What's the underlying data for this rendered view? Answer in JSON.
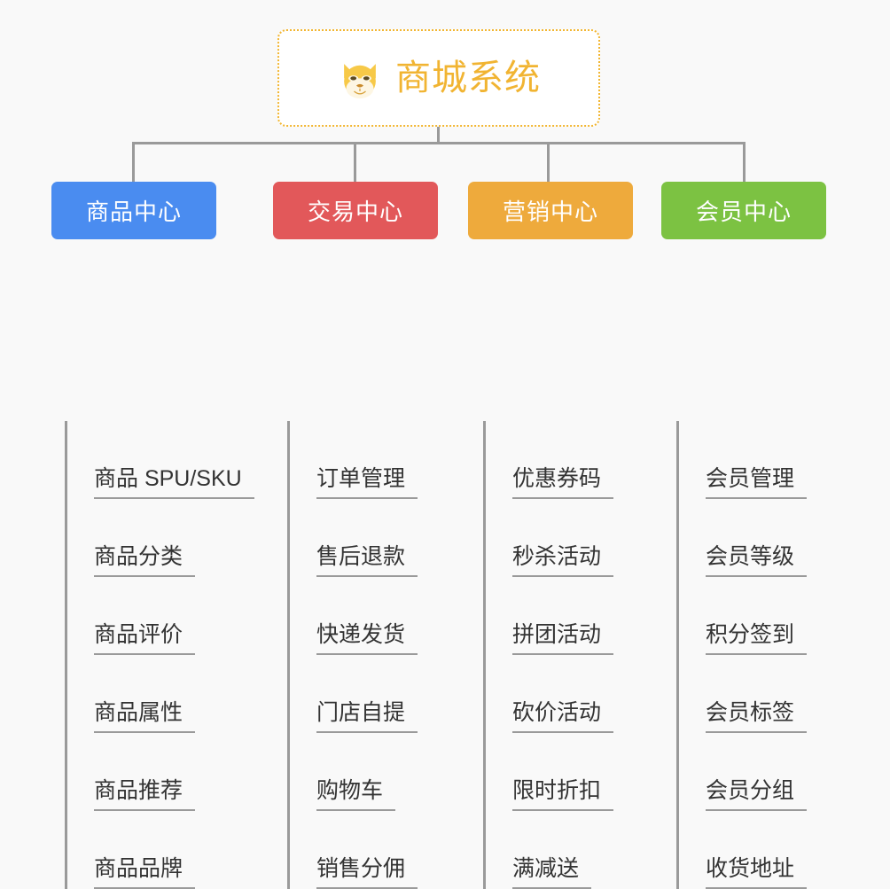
{
  "canvas": {
    "background": "#f9f9f9",
    "connector_color": "#9a9a9a"
  },
  "root": {
    "title": "商城系统",
    "icon": "shiba-dog-face-emoji",
    "text_color": "#f1b432",
    "border_color": "#f2b632",
    "fill": "#ffffff"
  },
  "branches": [
    {
      "label": "商品中心",
      "color": "#4a8cf0",
      "items": [
        "商品 SPU/SKU",
        "商品分类",
        "商品评价",
        "商品属性",
        "商品推荐",
        "商品品牌"
      ]
    },
    {
      "label": "交易中心",
      "color": "#e2585a",
      "items": [
        "订单管理",
        "售后退款",
        "快递发货",
        "门店自提",
        "购物车",
        "销售分佣"
      ]
    },
    {
      "label": "营销中心",
      "color": "#eeaa3c",
      "items": [
        "优惠券码",
        "秒杀活动",
        "拼团活动",
        "砍价活动",
        "限时折扣",
        "满减送"
      ]
    },
    {
      "label": "会员中心",
      "color": "#7cc242",
      "items": [
        "会员管理",
        "会员等级",
        "积分签到",
        "会员标签",
        "会员分组",
        "收货地址"
      ]
    }
  ]
}
